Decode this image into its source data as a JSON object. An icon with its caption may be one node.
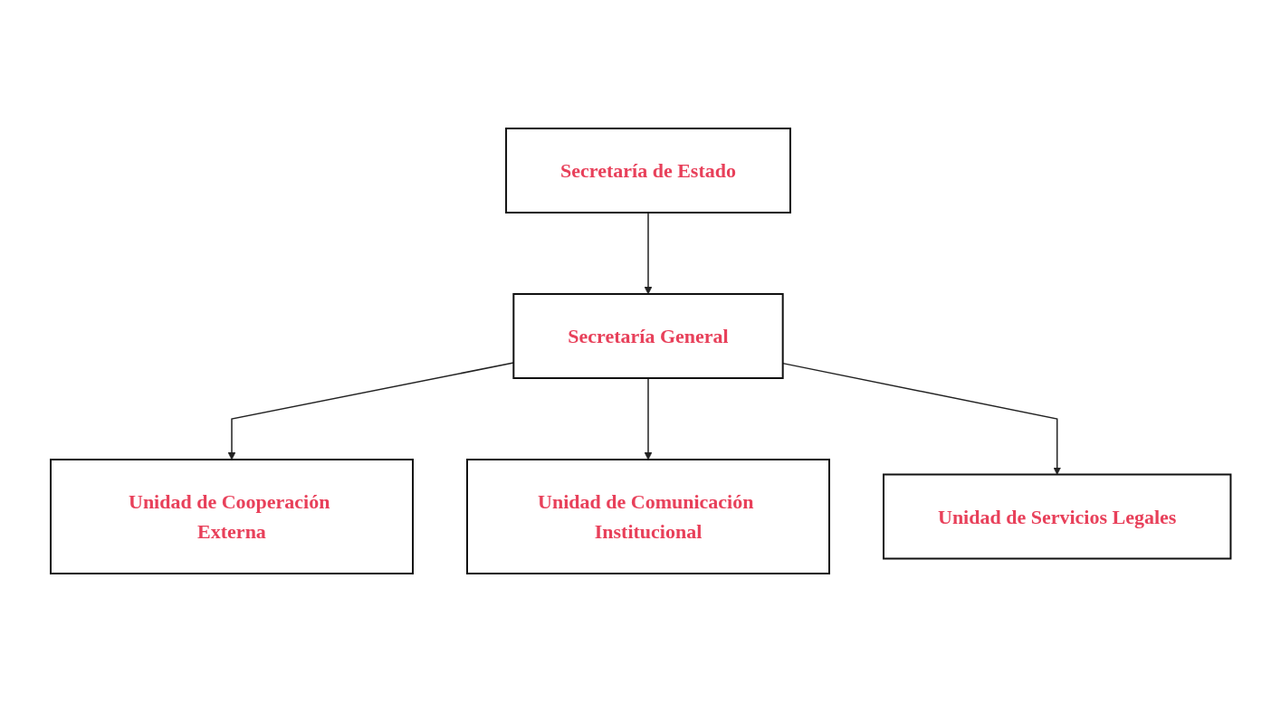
{
  "diagram": {
    "nodes": [
      {
        "text": [
          "Secretaría de Estado"
        ]
      },
      {
        "text": [
          "Secretaría General"
        ]
      },
      {
        "text": [
          "Unidad de Cooperación Externa"
        ]
      },
      {
        "text": [
          "Unidad de Comunicación Institucional"
        ]
      },
      {
        "text": [
          "Unidad de Servicios Legales"
        ]
      }
    ],
    "edges": [
      {
        "from": 0,
        "to": 1,
        "arrow": "to"
      },
      {
        "from": 1,
        "to": 2,
        "arrow": "to"
      },
      {
        "from": 1,
        "to": 3,
        "arrow": "to"
      },
      {
        "from": 1,
        "to": 4,
        "arrow": "to"
      }
    ]
  }
}
